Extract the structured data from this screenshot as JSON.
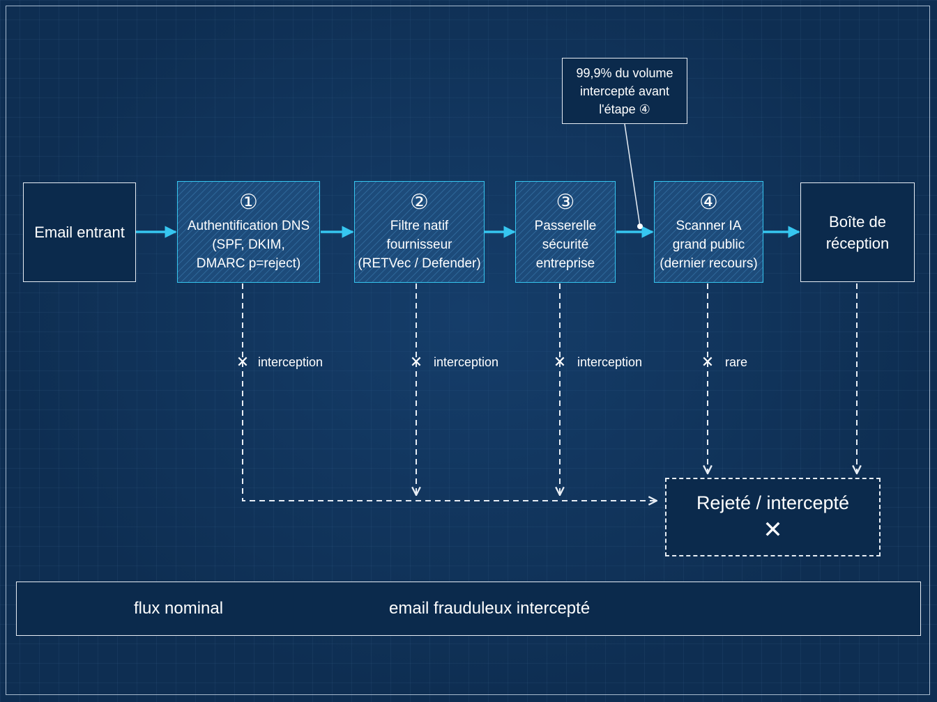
{
  "nodes": {
    "email_entrant": "Email entrant",
    "stage1": {
      "num": "①",
      "label": "Authentification DNS\n(SPF, DKIM,\nDMARC p=reject)"
    },
    "stage2": {
      "num": "②",
      "label": "Filtre natif\nfournisseur\n(RETVec / Defender)"
    },
    "stage3": {
      "num": "③",
      "label": "Passerelle\nsécurité\nentreprise"
    },
    "stage4": {
      "num": "④",
      "label": "Scanner IA\ngrand public\n(dernier recours)"
    },
    "inbox": "Boîte de\nréception"
  },
  "note": "99,9% du volume\nintercepté avant\nl'étape ④",
  "branches": {
    "b1": "interception",
    "b2": "interception",
    "b3": "interception",
    "b4": "rare"
  },
  "reject_box": {
    "title": "Rejeté / intercepté",
    "mark": "✕"
  },
  "cross_mark": "✕",
  "legend": {
    "solid": "flux nominal",
    "dashed": "email frauduleux intercepté"
  },
  "colors": {
    "accent": "#36c6f0",
    "dashed_line": "#e8eef5",
    "background": "#0e2e52"
  }
}
